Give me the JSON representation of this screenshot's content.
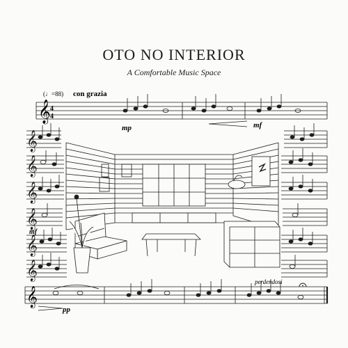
{
  "header": {
    "title": "OTO NO INTERIOR",
    "subtitle": "A Comfortable Music Space"
  },
  "score": {
    "tempo_marking": "(♩=88)",
    "expression": "con grazia",
    "dynamics": {
      "top_left": "mp",
      "top_right": "mf",
      "left_mid": "mf",
      "bottom_left": "pp",
      "bottom_right": "perdendosi"
    },
    "clef": "treble-clef-icon",
    "time_signature": "4/4"
  },
  "illustration": {
    "subject": "room-interior-icon",
    "elements": [
      "sofa-icon",
      "coffee-table-icon",
      "cabinet-icon",
      "potted-plant-icon",
      "floor-lamp-icon"
    ]
  },
  "colors": {
    "ink": "#1c1c1c",
    "paper": "#fbfbf9"
  }
}
